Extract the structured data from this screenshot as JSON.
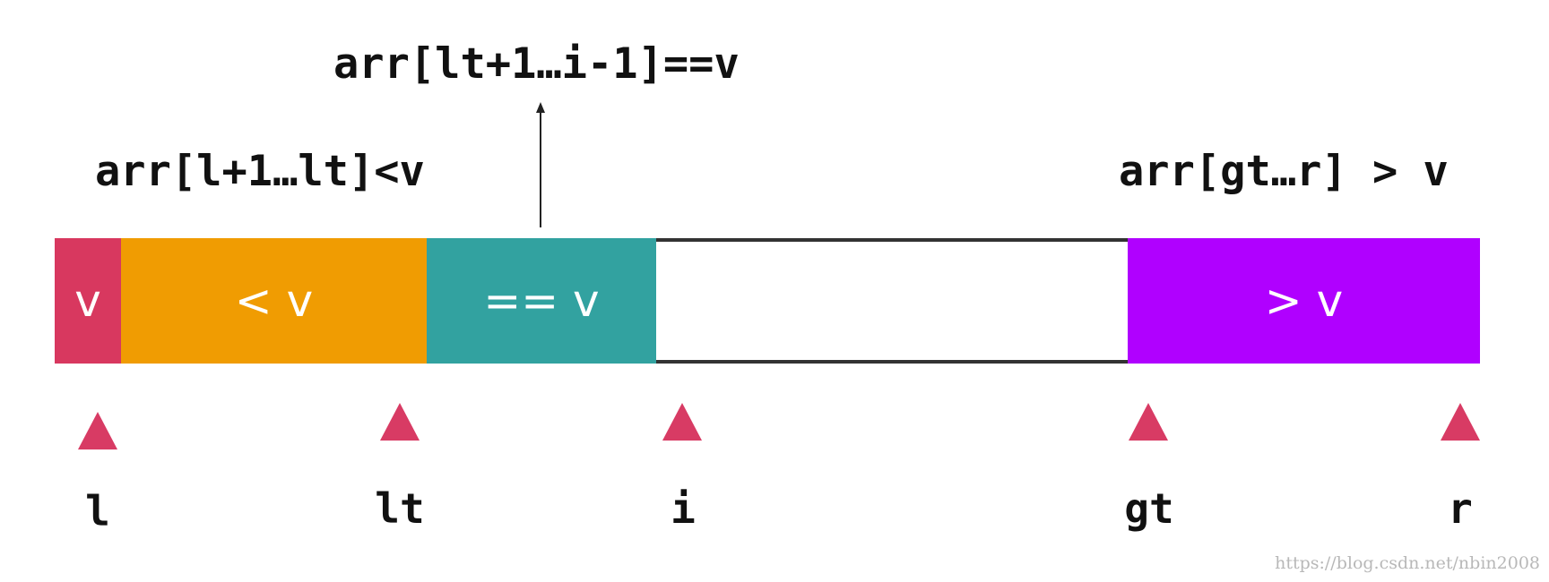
{
  "annotations": {
    "equal_region": "arr[lt+1…i-1]==v",
    "less_region": "arr[l+1…lt]<v",
    "greater_region": "arr[gt…r] > v"
  },
  "segments": [
    {
      "label": "v",
      "color": "#d8385f"
    },
    {
      "label": "< v",
      "color": "#f09c02"
    },
    {
      "label": "== v",
      "color": "#32a2a0"
    },
    {
      "label": "",
      "color": "#ffffff"
    },
    {
      "label": "> v",
      "color": "#b000ff"
    }
  ],
  "pointers": [
    "l",
    "lt",
    "i",
    "gt",
    "r"
  ],
  "pointer_color": "#d83b64",
  "watermark": "https://blog.csdn.net/nbin2008"
}
